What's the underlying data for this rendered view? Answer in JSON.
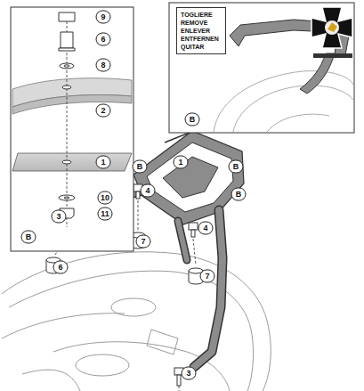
{
  "diagram": {
    "nodes": [
      {
        "text": [
          "TOGLIERE REMOVE ENLEVER ENTFERNEN QUITAR"
        ]
      }
    ],
    "labels": [
      "9",
      "6",
      "8",
      "2",
      "1",
      "10",
      "11",
      "B",
      "B",
      "B",
      "1",
      "B",
      "4",
      "B",
      "3",
      "4",
      "7",
      "6",
      "7",
      "3"
    ]
  }
}
